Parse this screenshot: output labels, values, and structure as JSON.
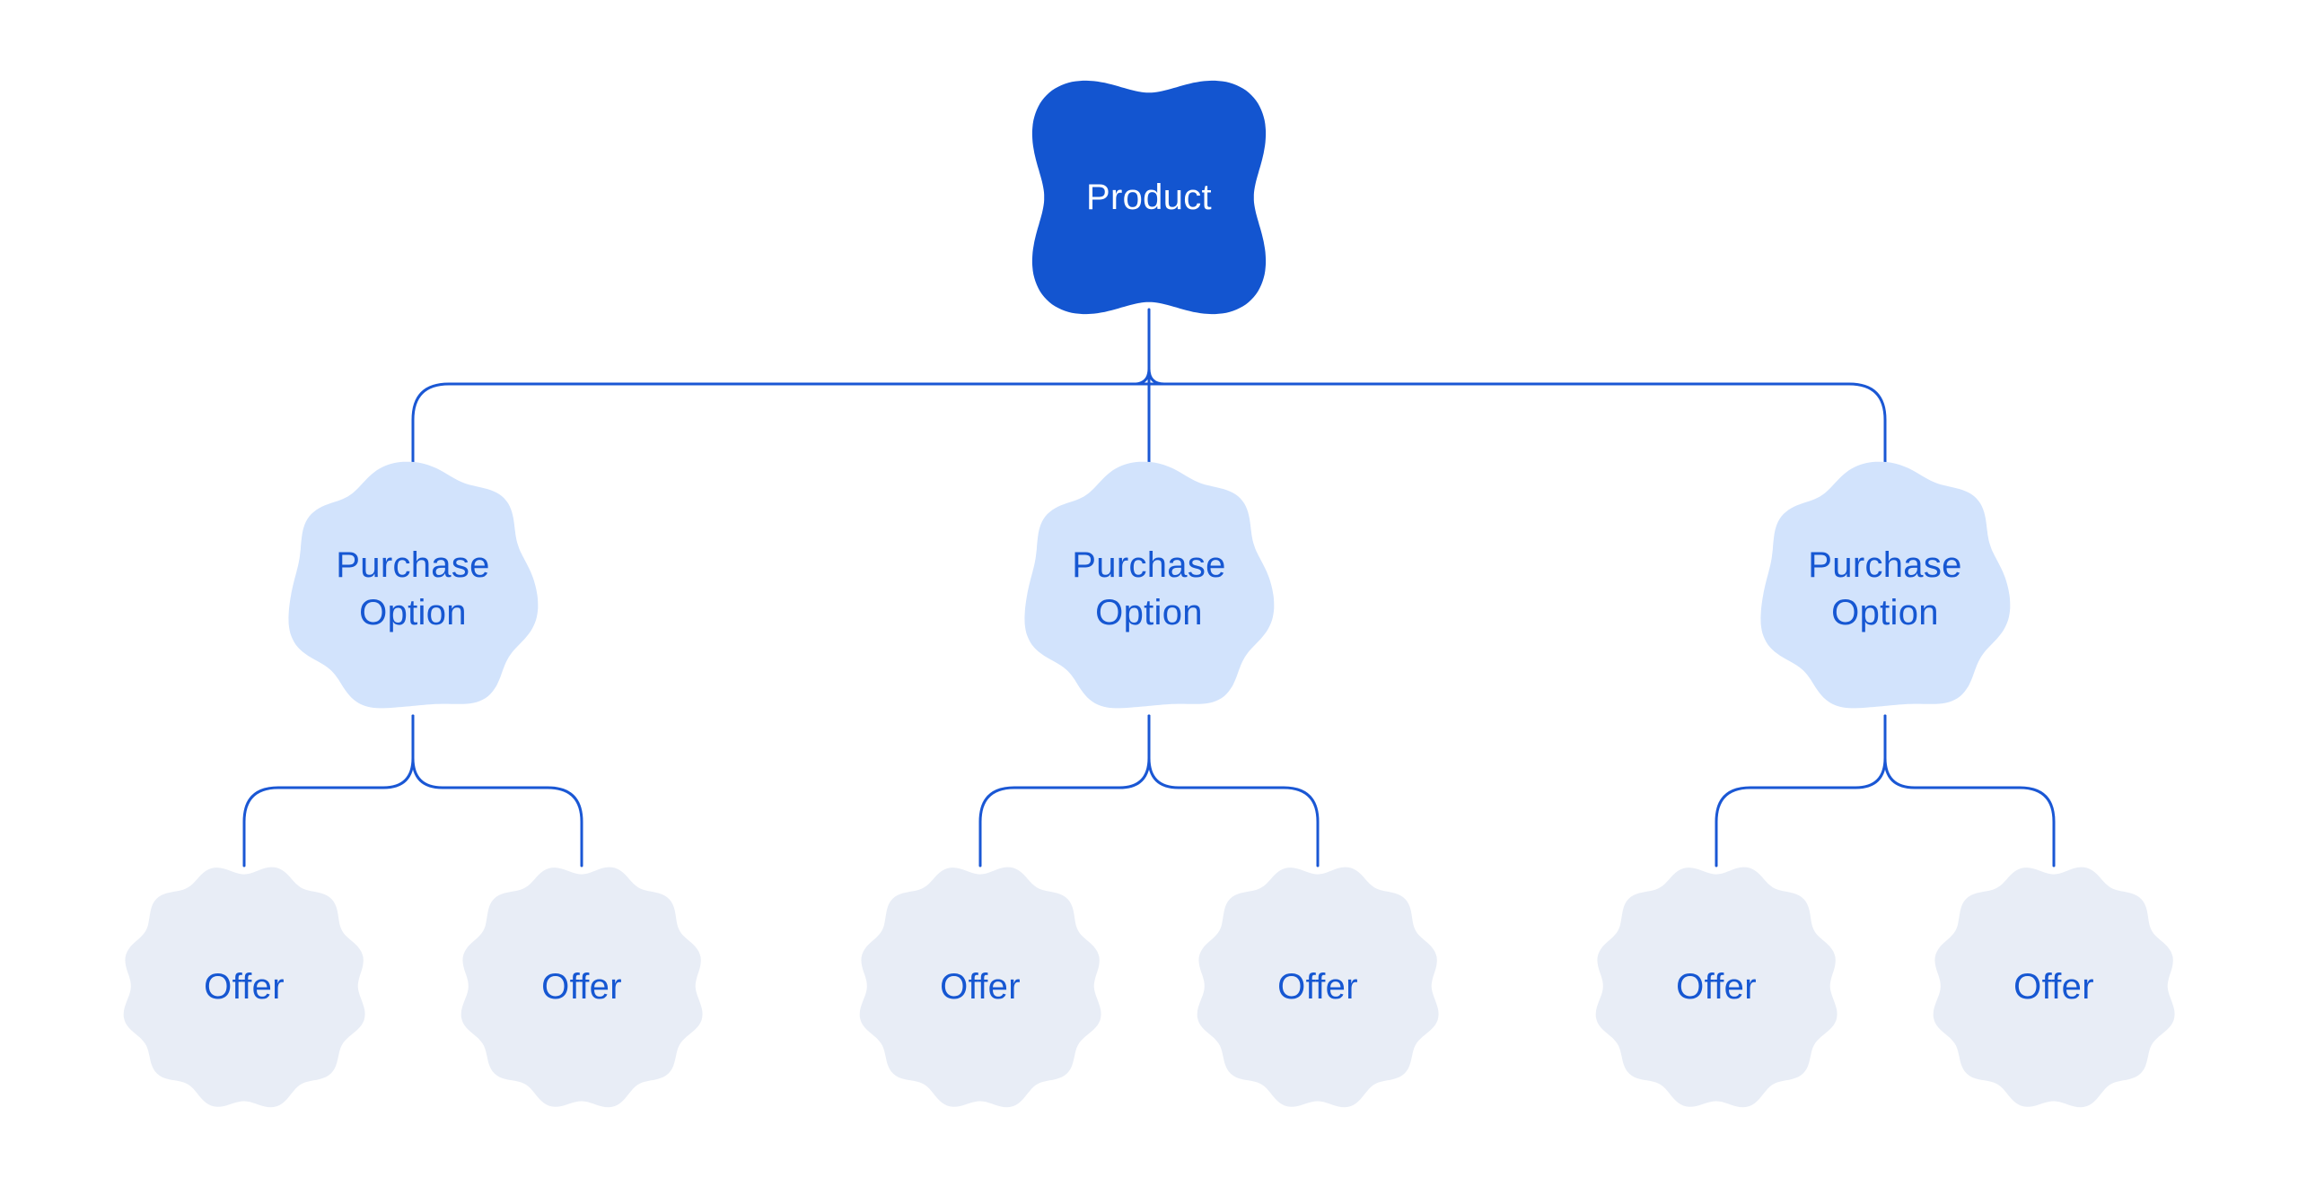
{
  "diagram": {
    "background_color": "#ffffff",
    "connector_color": "#1a57d4",
    "nodes": {
      "product": {
        "label": "Product",
        "fill": "#1355d0",
        "text_color": "#ffffff",
        "shape": "four-lobe-blob"
      },
      "purchase_option": {
        "label": "Purchase Option",
        "fill": "#d2e3fc",
        "text_color": "#1657d2",
        "shape": "seven-lobe-cloud"
      },
      "offer": {
        "label": "Offer",
        "fill": "#e8edf6",
        "text_color": "#1657d2",
        "shape": "twelve-lobe-scallop"
      }
    },
    "structure": {
      "root_label": "Product",
      "children": [
        {
          "label": "Purchase Option",
          "offers": [
            "Offer",
            "Offer"
          ]
        },
        {
          "label": "Purchase Option",
          "offers": [
            "Offer",
            "Offer"
          ]
        },
        {
          "label": "Purchase Option",
          "offers": [
            "Offer",
            "Offer"
          ]
        }
      ]
    }
  }
}
